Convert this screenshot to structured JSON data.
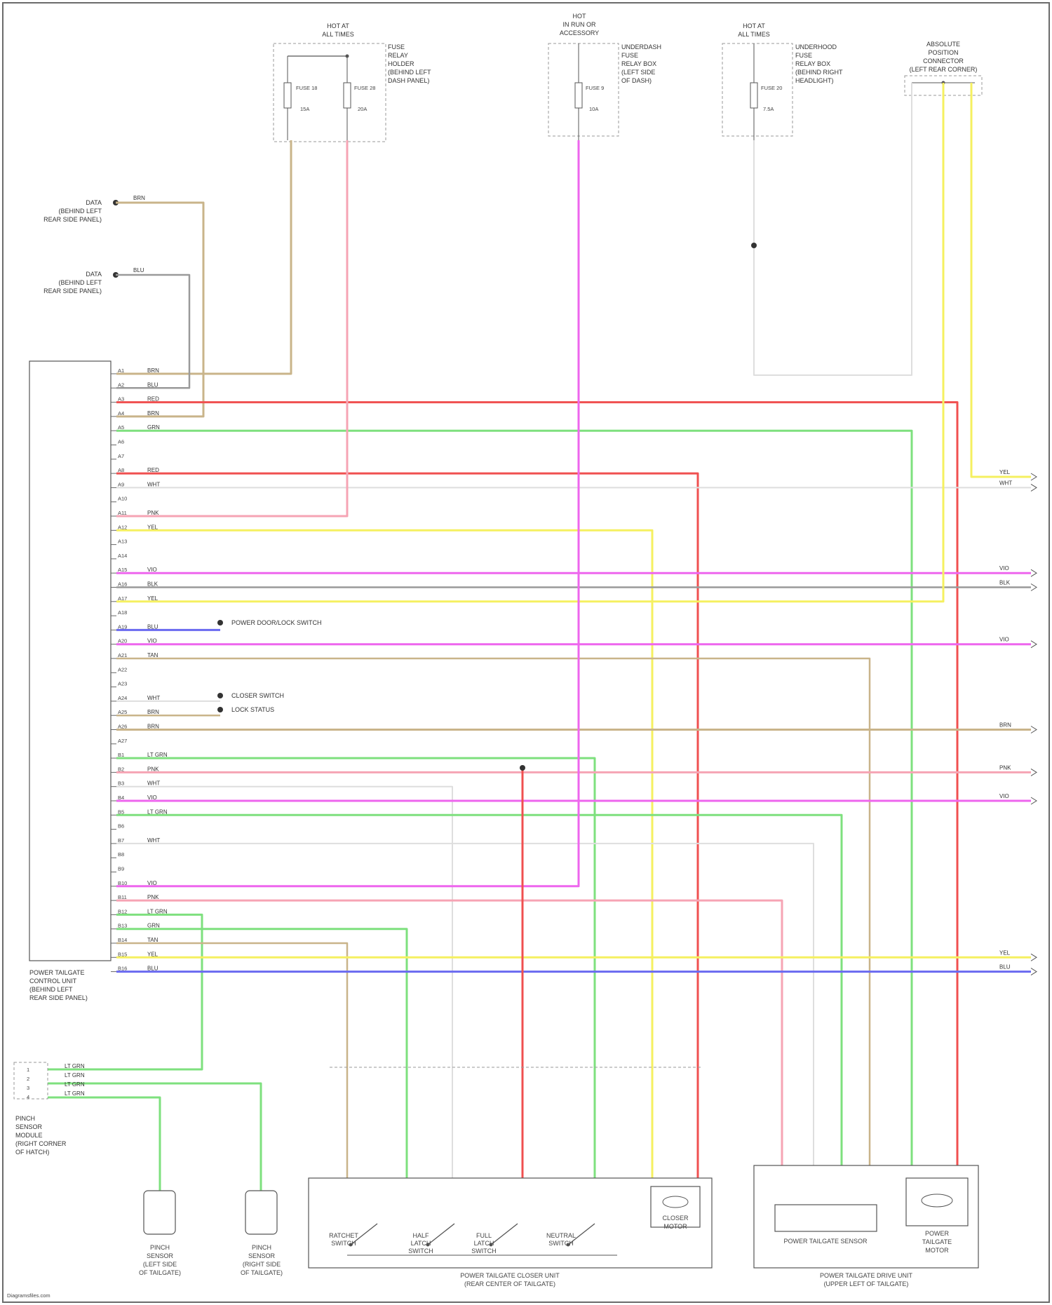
{
  "page": {
    "background": "#ffffff",
    "frame_color": "#6b6b6b"
  },
  "watermark": "Diagramsfiles.com",
  "wire_colors": {
    "tan": "#c9b48a",
    "red": "#f05050",
    "green": "#7ee07e",
    "pink": "#f6a4b4",
    "yellow": "#f5f060",
    "magenta": "#ee66ee",
    "gray": "#9a9a9a",
    "blue": "#6a6af0",
    "white": "#dedede"
  },
  "components": {
    "fuse_panel_a": {
      "header": [
        "HOT AT",
        "ALL TIMES"
      ],
      "fuses": [
        "FUSE 18",
        "FUSE 28"
      ],
      "amps": [
        "15A",
        "20A"
      ],
      "desc": [
        "FUSE",
        "RELAY",
        "HOLDER",
        "(BEHIND LEFT",
        "DASH PANEL)"
      ]
    },
    "fuse_panel_b": {
      "header": [
        "HOT",
        "IN RUN OR",
        "ACCESSORY"
      ],
      "fuses": [
        "FUSE 9"
      ],
      "amps": [
        "10A"
      ],
      "desc": [
        "UNDERDASH",
        "FUSE",
        "RELAY BOX",
        "(LEFT SIDE",
        "OF DASH)"
      ]
    },
    "fuse_panel_c": {
      "header": [
        "HOT AT",
        "ALL TIMES"
      ],
      "fuses": [
        "FUSE 20"
      ],
      "amps": [
        "7.5A"
      ],
      "desc": [
        "UNDERHOOD",
        "FUSE",
        "RELAY BOX",
        "(BEHIND RIGHT",
        "HEADLIGHT)"
      ]
    },
    "drive_unit_connector": {
      "title": [
        "ABSOLUTE",
        "POSITION",
        "CONNECTOR",
        "(LEFT REAR CORNER)"
      ]
    },
    "control_unit": {
      "title": [
        "POWER TAILGATE",
        "CONTROL UNIT",
        "(BEHIND LEFT",
        "REAR SIDE PANEL)"
      ]
    },
    "sensor_module": {
      "title": [
        "PINCH",
        "SENSOR",
        "MODULE",
        "(RIGHT CORNER",
        "OF HATCH)"
      ]
    },
    "left_sensor": {
      "title": [
        "PINCH",
        "SENSOR",
        "(LEFT SIDE",
        "OF TAILGATE)"
      ]
    },
    "right_sensor": {
      "title": [
        "PINCH",
        "SENSOR",
        "(RIGHT SIDE",
        "OF TAILGATE)"
      ]
    },
    "closer_unit": {
      "title": [
        "POWER TAILGATE CLOSER UNIT",
        "(REAR CENTER OF TAILGATE)"
      ],
      "switches": [
        [
          "RATCHET",
          "SWITCH"
        ],
        [
          "HALF",
          "LATCH",
          "SWITCH"
        ],
        [
          "FULL",
          "LATCH",
          "SWITCH"
        ],
        [
          "NEUTRAL",
          "SWITCH"
        ]
      ],
      "motor": [
        "CLOSER",
        "MOTOR"
      ]
    },
    "drive_unit": {
      "title": [
        "POWER TAILGATE DRIVE UNIT",
        "(UPPER LEFT OF TAILGATE)"
      ],
      "sensor": "POWER TAILGATE SENSOR",
      "motor": [
        "POWER",
        "TAILGATE",
        "MOTOR"
      ]
    }
  },
  "side_connectors": [
    {
      "label": [
        "DATA",
        "(BEHIND LEFT",
        "REAR SIDE PANEL)"
      ],
      "wire": "BRN"
    },
    {
      "label": [
        "DATA",
        "(BEHIND LEFT",
        "REAR SIDE PANEL)"
      ],
      "wire": "BLU"
    }
  ],
  "stub_labels": [
    "POWER DOOR/LOCK SWITCH",
    "CLOSER SWITCH",
    "LOCK STATUS"
  ],
  "control_unit_pins": [
    {
      "pin": "A1",
      "wire": "BRN"
    },
    {
      "pin": "A2",
      "wire": "BLU"
    },
    {
      "pin": "A3",
      "wire": "RED"
    },
    {
      "pin": "A4",
      "wire": "BRN"
    },
    {
      "pin": "A5",
      "wire": "GRN"
    },
    {
      "pin": "A6",
      "wire": ""
    },
    {
      "pin": "A7",
      "wire": ""
    },
    {
      "pin": "A8",
      "wire": "RED"
    },
    {
      "pin": "A9",
      "wire": "WHT"
    },
    {
      "pin": "A10",
      "wire": ""
    },
    {
      "pin": "A11",
      "wire": "PNK"
    },
    {
      "pin": "A12",
      "wire": "YEL"
    },
    {
      "pin": "A13",
      "wire": ""
    },
    {
      "pin": "A14",
      "wire": ""
    },
    {
      "pin": "A15",
      "wire": "VIO"
    },
    {
      "pin": "A16",
      "wire": "BLK"
    },
    {
      "pin": "A17",
      "wire": "YEL"
    },
    {
      "pin": "A18",
      "wire": ""
    },
    {
      "pin": "A19",
      "wire": "BLU"
    },
    {
      "pin": "A20",
      "wire": "VIO"
    },
    {
      "pin": "A21",
      "wire": "TAN"
    },
    {
      "pin": "A22",
      "wire": ""
    },
    {
      "pin": "A23",
      "wire": ""
    },
    {
      "pin": "A24",
      "wire": "WHT"
    },
    {
      "pin": "A25",
      "wire": "BRN"
    },
    {
      "pin": "A26",
      "wire": "BRN"
    },
    {
      "pin": "A27",
      "wire": ""
    },
    {
      "pin": "B1",
      "wire": "LT GRN"
    },
    {
      "pin": "B2",
      "wire": "PNK"
    },
    {
      "pin": "B3",
      "wire": "WHT"
    },
    {
      "pin": "B4",
      "wire": "VIO"
    },
    {
      "pin": "B5",
      "wire": "LT GRN"
    },
    {
      "pin": "B6",
      "wire": ""
    },
    {
      "pin": "B7",
      "wire": "WHT"
    },
    {
      "pin": "B8",
      "wire": ""
    },
    {
      "pin": "B9",
      "wire": ""
    },
    {
      "pin": "B10",
      "wire": "VIO"
    },
    {
      "pin": "B11",
      "wire": "PNK"
    },
    {
      "pin": "B12",
      "wire": "LT GRN"
    },
    {
      "pin": "B13",
      "wire": "GRN"
    },
    {
      "pin": "B14",
      "wire": "TAN"
    },
    {
      "pin": "B15",
      "wire": "YEL"
    },
    {
      "pin": "B16",
      "wire": "BLU"
    }
  ],
  "sensor_module_pins": [
    {
      "pin": "1",
      "wire": "LT GRN"
    },
    {
      "pin": "2",
      "wire": "LT GRN"
    },
    {
      "pin": "3",
      "wire": "LT GRN"
    },
    {
      "pin": "4",
      "wire": "LT GRN"
    }
  ],
  "right_edge_labels": [
    "YEL",
    "WHT",
    "VIO",
    "BLK",
    "VIO",
    "BRN",
    "PNK",
    "VIO",
    "YEL",
    "BLU"
  ]
}
